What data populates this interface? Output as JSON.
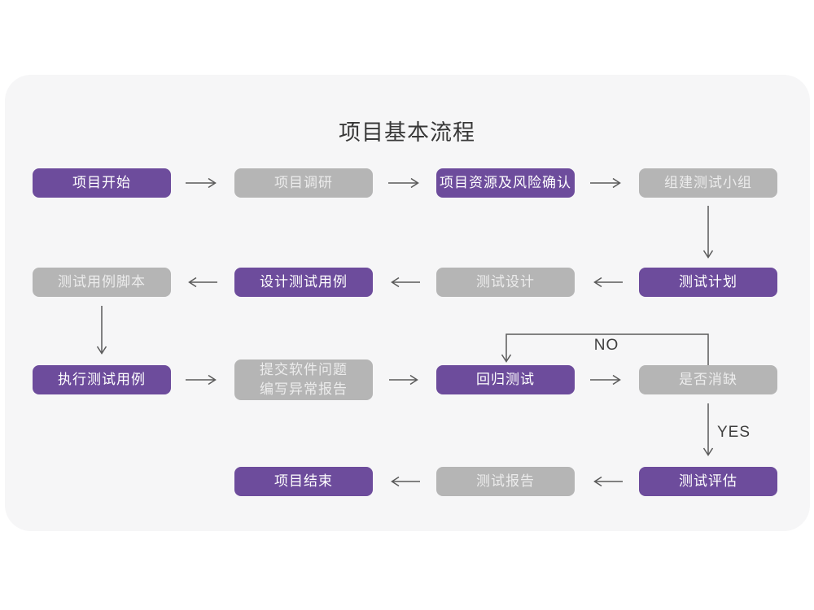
{
  "title": "项目基本流程",
  "connector_labels": {
    "no": "NO",
    "yes": "YES"
  },
  "colors": {
    "purple": "#6d4c9c",
    "gray": "#b5b5b5",
    "card_bg": "#f6f6f7",
    "arrow": "#5a5a5a",
    "title_text": "#383838",
    "label_text": "#3f3f3f",
    "box_text_light": "#ffffff",
    "box_text_gray": "#ececec"
  },
  "nodes": [
    {
      "id": "project-start",
      "label": "项目开始",
      "variant": "purple"
    },
    {
      "id": "project-research",
      "label": "项目调研",
      "variant": "gray"
    },
    {
      "id": "resources-risk-confirm",
      "label": "项目资源及风险确认",
      "variant": "purple"
    },
    {
      "id": "build-test-team",
      "label": "组建测试小组",
      "variant": "gray"
    },
    {
      "id": "test-plan",
      "label": "测试计划",
      "variant": "purple"
    },
    {
      "id": "test-design",
      "label": "测试设计",
      "variant": "gray"
    },
    {
      "id": "design-test-cases",
      "label": "设计测试用例",
      "variant": "purple"
    },
    {
      "id": "test-case-script",
      "label": "测试用例脚本",
      "variant": "gray"
    },
    {
      "id": "execute-test-cases",
      "label": "执行测试用例",
      "variant": "purple"
    },
    {
      "id": "submit-issues",
      "label": "提交软件问题\n编写异常报告",
      "variant": "gray"
    },
    {
      "id": "regression-test",
      "label": "回归测试",
      "variant": "purple"
    },
    {
      "id": "defect-cleared",
      "label": "是否消缺",
      "variant": "gray"
    },
    {
      "id": "test-evaluation",
      "label": "测试评估",
      "variant": "purple"
    },
    {
      "id": "test-report",
      "label": "测试报告",
      "variant": "gray"
    },
    {
      "id": "project-end",
      "label": "项目结束",
      "variant": "purple"
    }
  ]
}
